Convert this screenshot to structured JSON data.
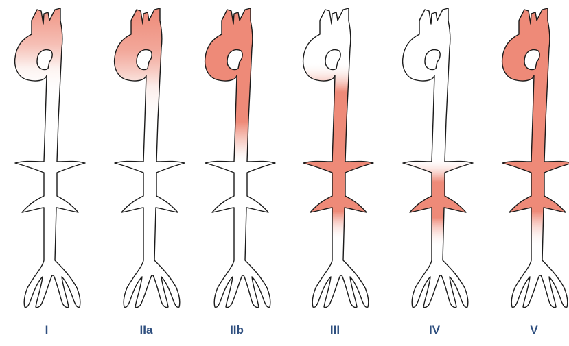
{
  "colors": {
    "fill": "#ee8a78",
    "fill_light": "#fbeae6",
    "outline": "#1a1a1a",
    "label": "#2f4f7f"
  },
  "panels": [
    {
      "label": "I",
      "shaded": "ascending aorta and arch (faint)"
    },
    {
      "label": "IIa",
      "shaded": "ascending aorta and arch"
    },
    {
      "label": "IIb",
      "shaded": "ascending aorta, arch and descending thoracic aorta"
    },
    {
      "label": "III",
      "shaded": "descending thoracic and upper abdominal aorta"
    },
    {
      "label": "IV",
      "shaded": "abdominal aorta"
    },
    {
      "label": "V",
      "shaded": "entire aorta"
    }
  ]
}
